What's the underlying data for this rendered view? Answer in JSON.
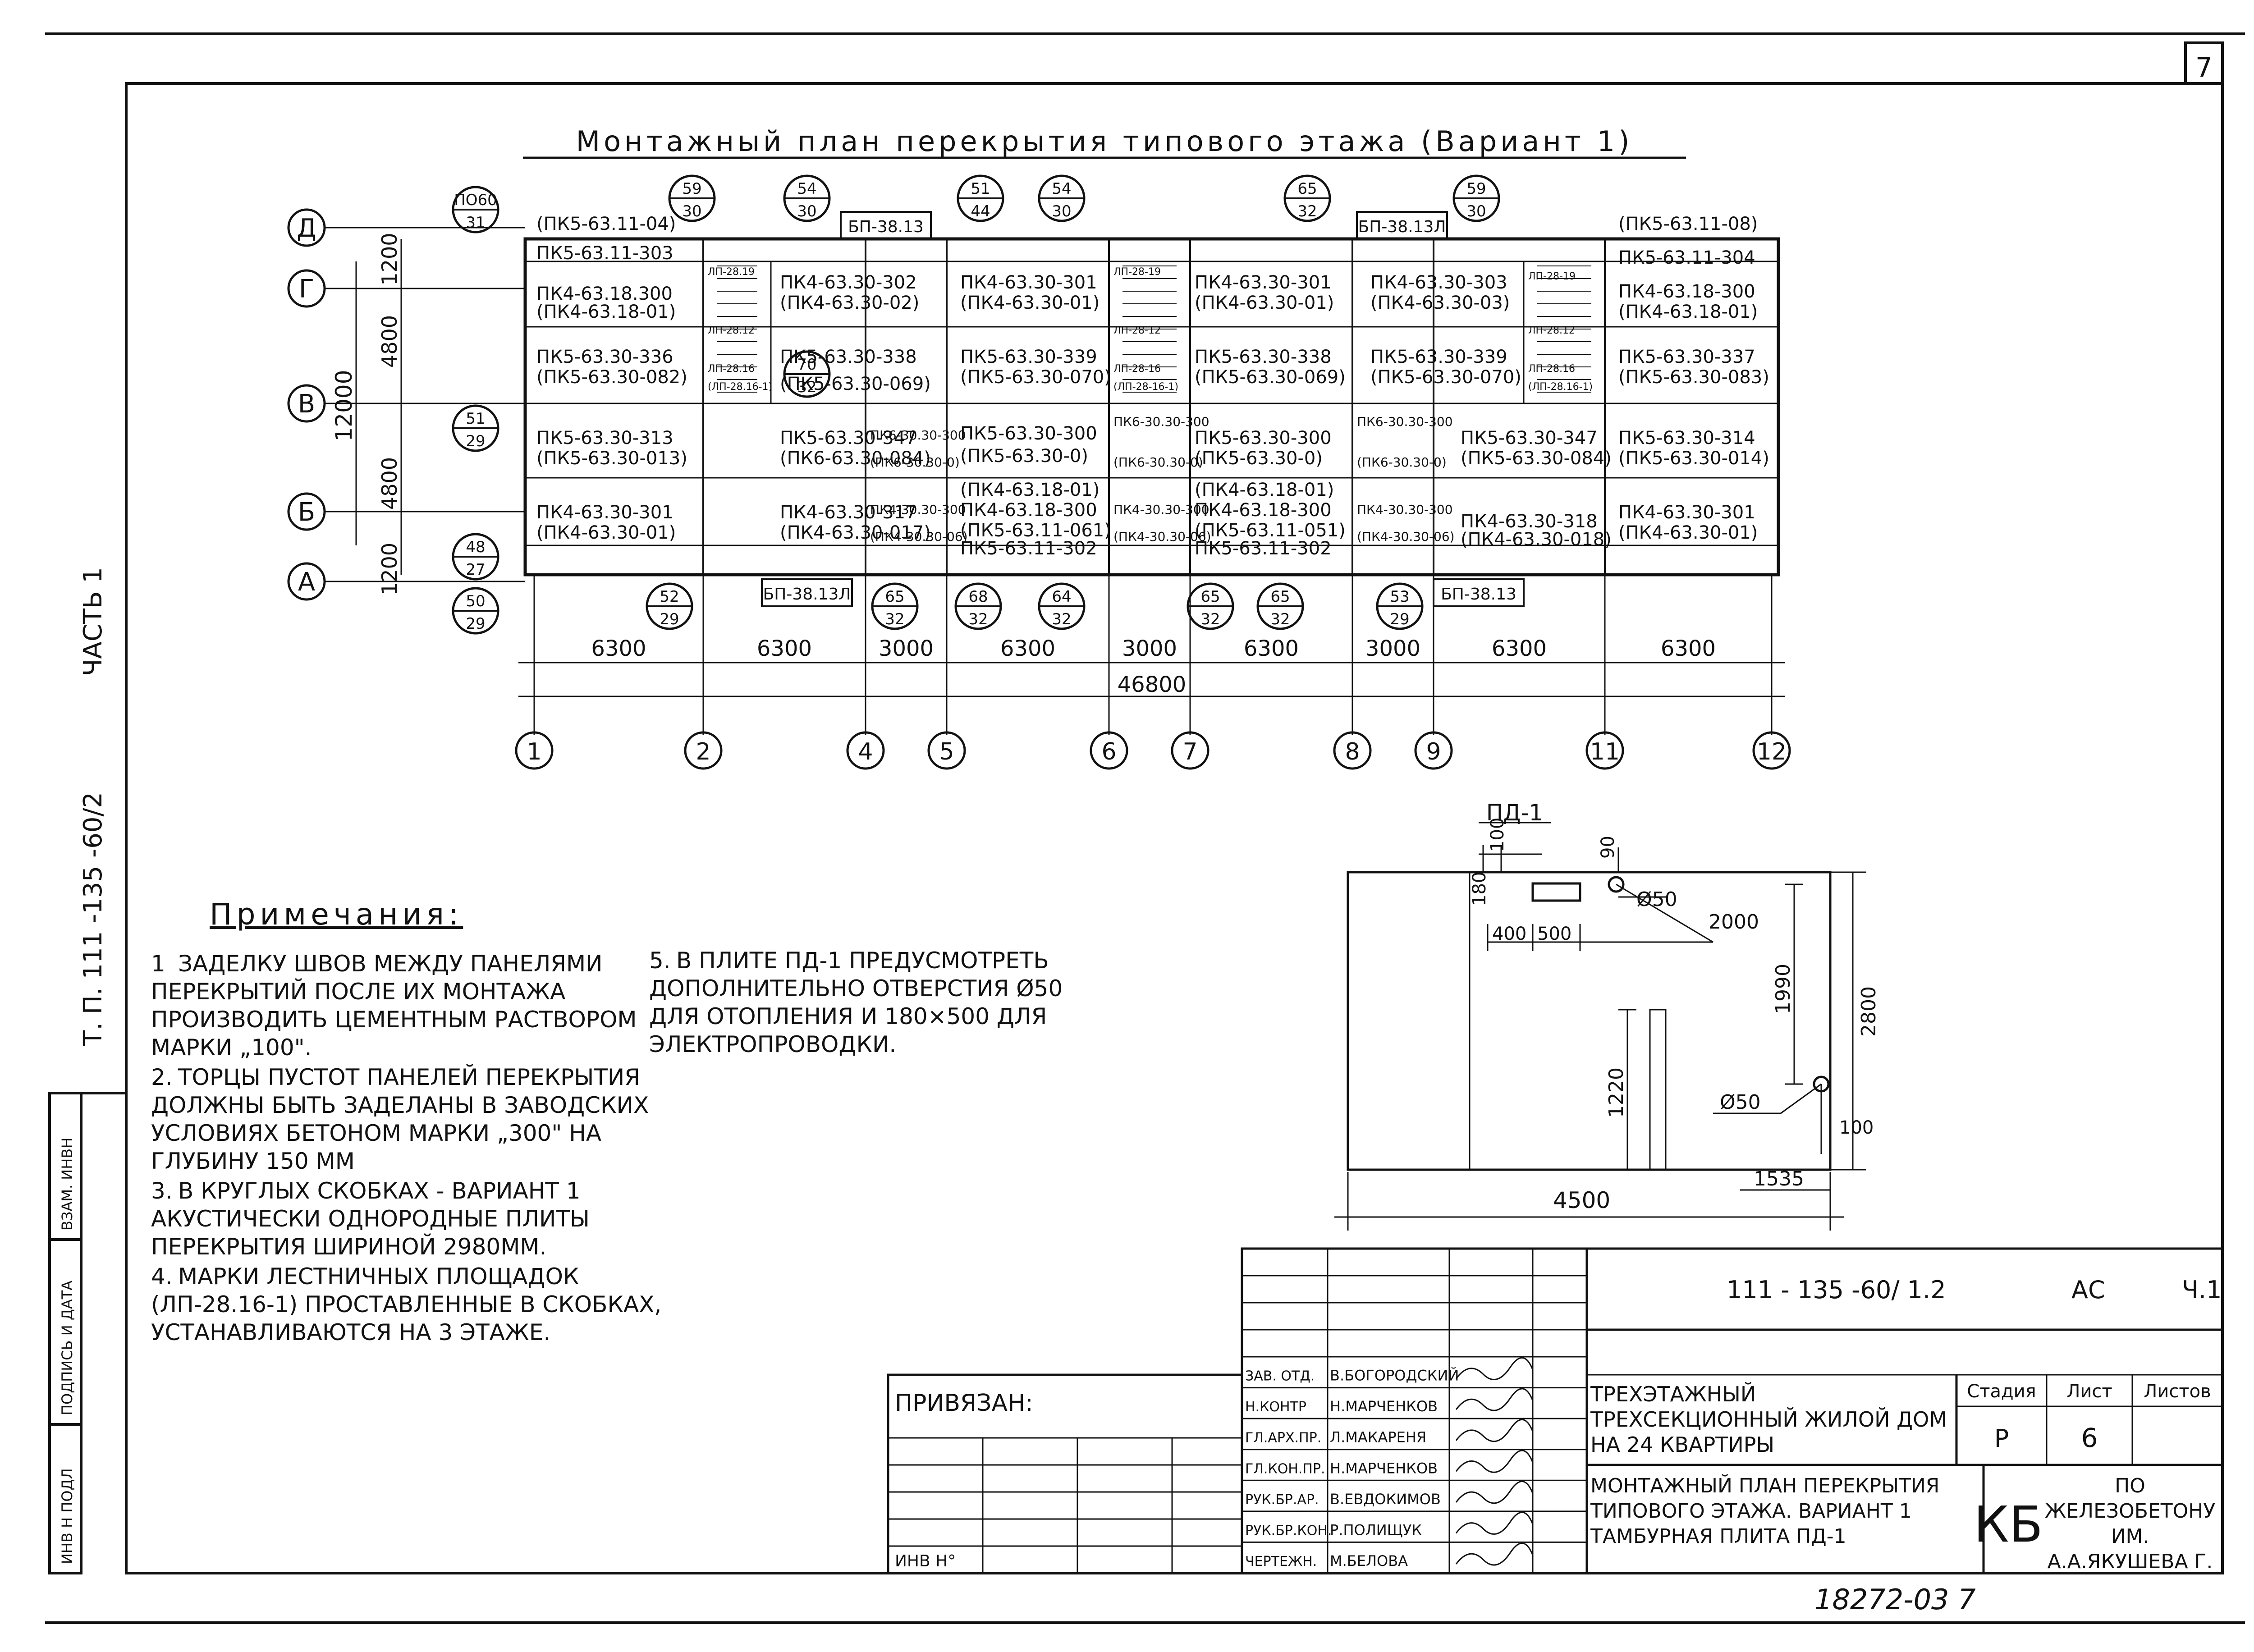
{
  "sheet": {
    "number": "7"
  },
  "title": "Монтажный план перекрытия типового этажа (Вариант 1)",
  "side_text": {
    "series": "Т. П. 111 -135 -60/2",
    "part": "ЧАСТЬ 1"
  },
  "stamp_cells": [
    "ИНВ Н ПОДЛ",
    "ПОДПИСЬ И ДАТА",
    "ВЗАМ. ИНВН"
  ],
  "axes": {
    "rows": [
      "Д",
      "Г",
      "В",
      "Б",
      "А"
    ],
    "row_dims": [
      "1200",
      "4800",
      "4800",
      "1200"
    ],
    "row_total": "12000",
    "cols": [
      "1",
      "2",
      "4",
      "5",
      "6",
      "7",
      "8",
      "9",
      "11",
      "12"
    ],
    "spans": [
      "6300",
      "6300",
      "3000",
      "6300",
      "3000",
      "6300",
      "3000",
      "6300",
      "6300"
    ],
    "total": "46800"
  },
  "bubbles": [
    {
      "top": "ПО60",
      "bottom": "31"
    },
    {
      "top": "59",
      "bottom": "30"
    },
    {
      "top": "54",
      "bottom": "30"
    },
    {
      "top": "51",
      "bottom": "44"
    },
    {
      "top": "54",
      "bottom": "30"
    },
    {
      "top": "65",
      "bottom": "32"
    },
    {
      "top": "59",
      "bottom": "30"
    },
    {
      "top": "51",
      "bottom": "29"
    },
    {
      "top": "70",
      "bottom": "32"
    },
    {
      "top": "48",
      "bottom": "27"
    },
    {
      "top": "50",
      "bottom": "29"
    },
    {
      "top": "52",
      "bottom": "29"
    },
    {
      "top": "65",
      "bottom": "32"
    },
    {
      "top": "68",
      "bottom": "32"
    },
    {
      "top": "64",
      "bottom": "32"
    },
    {
      "top": "65",
      "bottom": "32"
    },
    {
      "top": "65",
      "bottom": "32"
    },
    {
      "top": "53",
      "bottom": "29"
    }
  ],
  "boxes": [
    "БП-38.13",
    "БП-38.13Л",
    "БП-38.13Л",
    "БП-38.13"
  ],
  "panel_labels": [
    "(ПК5-63.11-04)",
    "ПК5-63.11-303",
    "ПК4-63.18.300",
    "(ПК4-63.18-01)",
    "ПК5-63.30-336",
    "(ПК5-63.30-082)",
    "ПК5-63.30-313",
    "(ПК5-63.30-013)",
    "ПК4-63.30-301",
    "(ПК4-63.30-01)",
    "ЛП-28.19",
    "ЛП-28.12",
    "ЛП-28.16",
    "(ЛП-28.16-1)",
    "ПК4-63.30-302",
    "(ПК4-63.30-02)",
    "ПК5-63.30-338",
    "(ПК5-63.30-069)",
    "ПК5-63.30-347",
    "(ПК6-63.30-084)",
    "ПК4-63.30-317",
    "(ПК4-63.30-017)",
    "ПК6-30.30-300",
    "(ПК6-30.30-0)",
    "ПК4-30.30-300",
    "(ПК4-30.30-06)",
    "ПК4-63.30-301",
    "(ПК4-63.30-01)",
    "ПК5-63.30-339",
    "(ПК5-63.30-070)",
    "ПК5-63.30-300",
    "(ПК5-63.30-0)",
    "(ПК4-63.18-01)",
    "ПК4-63.18-300",
    "(ПК5-63.11-061)",
    "ПК5-63.11-302",
    "ЛП-28-19",
    "ЛП-28-12",
    "ЛП-28-16",
    "(ЛП-28-16-1)",
    "ПК6-30.30-300",
    "(ПК6-30.30-0)",
    "ПК4-30.30-300",
    "(ПК4-30.30-06)",
    "ПК4-63.30-301",
    "(ПК4-63.30-01)",
    "ПК5-63.30-338",
    "(ПК5-63.30-069)",
    "ПК5-63.30-300",
    "(ПК5-63.30-0)",
    "(ПК4-63.18-01)",
    "ПК4-63.18-300",
    "(ПК5-63.11-051)",
    "ПК5-63.11-302",
    "ПК4-63.30-303",
    "(ПК4-63.30-03)",
    "ПК5-63.30-339",
    "(ПК5-63.30-070)",
    "ПК6-30.30-300",
    "(ПК6-30.30-0)",
    "ПК4-30.30-300",
    "(ПК4-30.30-06)",
    "ПК5-63.30-347",
    "(ПК5-63.30-084)",
    "ПК4-63.30-318",
    "(ПК4-63.30-018)",
    "ЛП-28-19",
    "ЛП-28.12",
    "ЛП-28.16",
    "(ЛП-28.16-1)",
    "(ПК5-63.11-08)",
    "ПК5-63.11-304",
    "ПК4-63.18-300",
    "(ПК4-63.18-01)",
    "ПК5-63.30-337",
    "(ПК5-63.30-083)",
    "ПК5-63.30-314",
    "(ПК5-63.30-014)",
    "ПК4-63.30-301",
    "(ПК4-63.30-01)"
  ],
  "pd1": {
    "title": "ПД-1",
    "dims": [
      "100",
      "180",
      "90",
      "Ø50",
      "400",
      "500",
      "2000",
      "1990",
      "2800",
      "1220",
      "Ø50",
      "100",
      "1535",
      "4500"
    ]
  },
  "notes": {
    "title": "Примечания:",
    "items": [
      {
        "n": "1",
        "text": "Заделку швов между панелями перекрытий после их монтажа производить цементным раствором марки „100\"."
      },
      {
        "n": "2.",
        "text": "Торцы пустот панелей перекрытия должны быть заделаны в заводских условиях бетоном марки „300\" на глубину 150 мм"
      },
      {
        "n": "3.",
        "text": "В круглых скобках - вариант 1 акустически однородные плиты перекрытия шириной 2980мм."
      },
      {
        "n": "4.",
        "text": "Марки лестничных площадок (ЛП-28.16-1) проставленные в скобках, устанавливаются на 3 этаже."
      },
      {
        "n": "5.",
        "text": "В плите ПД-1 предусмотреть дополнительно отверстия Ø50 для отопления и 180×500 для электропроводки."
      }
    ]
  },
  "title_block": {
    "code": "111 - 135 -60/ 1.2",
    "mark": "АС",
    "part": "Ч.1",
    "bound": "ПРИВЯЗАН:",
    "inv": "ИНВ Н°",
    "staff": [
      {
        "role": "ЗАВ. ОТД.",
        "name": "В.БОГОРОДСКИЙ"
      },
      {
        "role": "Н.КОНТР",
        "name": "Н.МАРЧЕНКОВ"
      },
      {
        "role": "ГЛ.АРХ.ПР.",
        "name": "Л.МАКАРЕНЯ"
      },
      {
        "role": "ГЛ.КОН.ПР.",
        "name": "Н.МАРЧЕНКОВ"
      },
      {
        "role": "РУК.БР.АР.",
        "name": "В.ЕВДОКИМОВ"
      },
      {
        "role": "РУК.БР.КОН.",
        "name": "Р.ПОЛИЩУК"
      },
      {
        "role": "ЧЕРТЕЖН.",
        "name": "М.БЕЛОВА"
      }
    ],
    "desc1": "Трехэтажный трехсекционный жилой дом на 24 квартиры",
    "desc2": "Монтажный план перекрытия типового этажа. Вариант 1 тамбурная плита ПД-1",
    "stage_h": "Стадия",
    "sheet_h": "Лист",
    "sheets_h": "Листов",
    "stage": "Р",
    "sheet": "6",
    "org_logo": "КБ",
    "org": "по железобетону им. А.А.Якушева г. Москва",
    "archive": "18272-03  7"
  }
}
